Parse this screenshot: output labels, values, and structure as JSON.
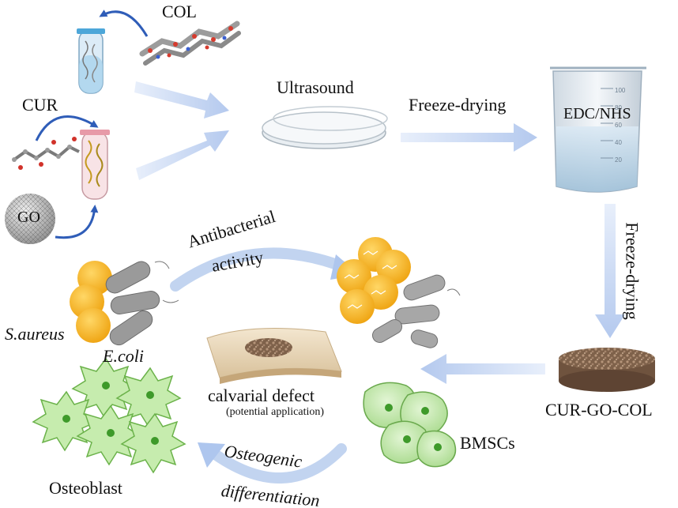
{
  "labels": {
    "col": "COL",
    "cur": "CUR",
    "go": "GO",
    "ultrasound": "Ultrasound",
    "freeze_drying_1": "Freeze-drying",
    "edc_nhs": "EDC/NHS",
    "freeze_drying_2": "Freeze-drying",
    "antibacterial": "Antibacterial",
    "activity": "activity",
    "s_aureus": "S.aureus",
    "e_coli": "E.coli",
    "calvarial_defect": "calvarial defect",
    "potential_application": "(potential application)",
    "product": "CUR-GO-COL",
    "bmscs": "BMSCs",
    "osteogenic": "Osteogenic",
    "differentiation": "differentiation",
    "osteoblast": "Osteoblast"
  },
  "beaker_ticks": [
    "100",
    "80",
    "60",
    "40",
    "20"
  ],
  "colors": {
    "flow_arrow": "#b9cdef",
    "curved_arrow": "#2f5db8",
    "bacteria_yellow": "#f6b21c",
    "bacteria_grey": "#9a9a9a",
    "cell_green": "#bfe6a6",
    "nucleus_green": "#3e9a2a",
    "scaffold_brown": "#8a6a4f"
  }
}
